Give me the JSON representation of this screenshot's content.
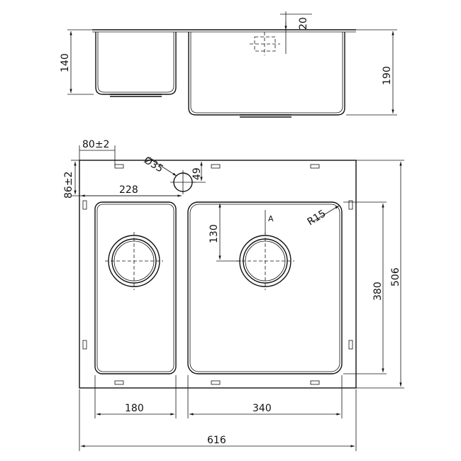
{
  "dimensions": {
    "side_left_depth": "140",
    "side_right_depth": "190",
    "side_top_offset": "20",
    "tap_offset_x": "80±2",
    "tap_diameter": "Ø35",
    "tap_offset_y": "49",
    "edge_offset": "86±2",
    "left_bowl_to_tap": "228",
    "drain_offset": "130",
    "corner_radius": "R15",
    "section_mark": "A",
    "bowl_depth": "380",
    "overall_depth": "506",
    "left_bowl_width": "180",
    "right_bowl_width": "340",
    "overall_width": "616"
  }
}
